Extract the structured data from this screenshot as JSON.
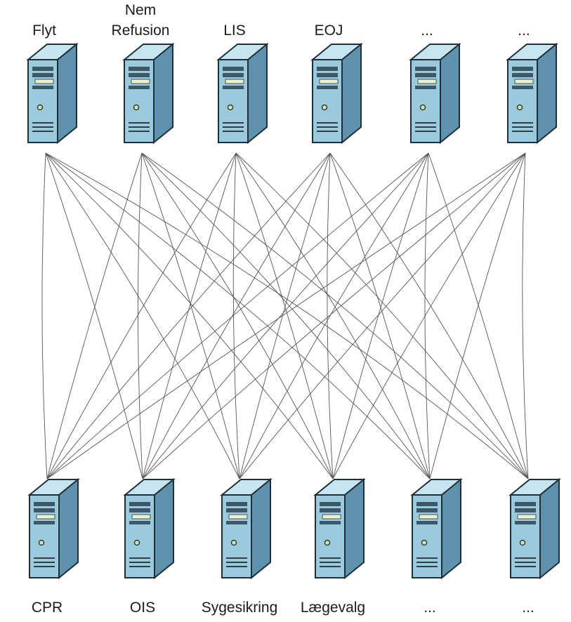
{
  "diagram": {
    "top_servers": [
      {
        "label_lines": [
          "Flyt"
        ]
      },
      {
        "label_lines": [
          "Nem",
          "Refusion"
        ]
      },
      {
        "label_lines": [
          "LIS"
        ]
      },
      {
        "label_lines": [
          "EOJ"
        ]
      },
      {
        "label_lines": [
          "..."
        ]
      },
      {
        "label_lines": [
          "..."
        ]
      }
    ],
    "bottom_servers": [
      {
        "label_lines": [
          "CPR"
        ]
      },
      {
        "label_lines": [
          "OIS"
        ]
      },
      {
        "label_lines": [
          "Sygesikring"
        ]
      },
      {
        "label_lines": [
          "Lægevalg"
        ]
      },
      {
        "label_lines": [
          "..."
        ]
      },
      {
        "label_lines": [
          "..."
        ]
      }
    ],
    "connectivity": "every top server connected to every bottom server",
    "colors": {
      "server_front": "#9ccadd",
      "server_side": "#5f93ad",
      "server_top": "#c7e5f1",
      "server_outline": "#1f2f3a",
      "connection_line": "#555555",
      "drive_bay_light": "#f0efc6"
    }
  }
}
